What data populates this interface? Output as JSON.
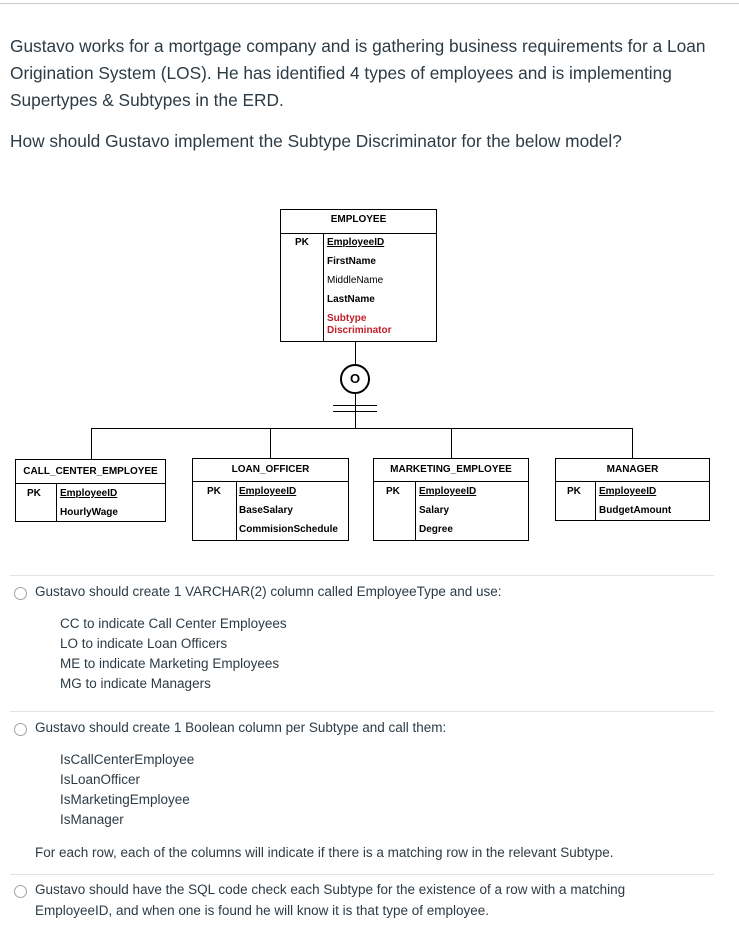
{
  "question": {
    "paragraph1": "Gustavo works for a mortgage company and is gathering business requirements for a Loan Origination System (LOS). He has identified 4 types of employees and is implementing Supertypes & Subtypes in the ERD.",
    "paragraph2": "How should Gustavo implement the Subtype Discriminator for the below model?"
  },
  "erd": {
    "supertype": {
      "name": "EMPLOYEE",
      "pk_label": "PK",
      "pk_attr": "EmployeeID",
      "attrs": [
        "FirstName",
        "MiddleName",
        "LastName"
      ],
      "discriminator_line1": "Subtype",
      "discriminator_line2": "Discriminator"
    },
    "symbol": "O",
    "subtypes": [
      {
        "name": "CALL_CENTER_EMPLOYEE",
        "pk_label": "PK",
        "pk_attr": "EmployeeID",
        "attrs": [
          "HourlyWage"
        ]
      },
      {
        "name": "LOAN_OFFICER",
        "pk_label": "PK",
        "pk_attr": "EmployeeID",
        "attrs": [
          "BaseSalary",
          "CommisionSchedule"
        ]
      },
      {
        "name": "MARKETING_EMPLOYEE",
        "pk_label": "PK",
        "pk_attr": "EmployeeID",
        "attrs": [
          "Salary",
          "Degree"
        ]
      },
      {
        "name": "MANAGER",
        "pk_label": "PK",
        "pk_attr": "EmployeeID",
        "attrs": [
          "BudgetAmount"
        ]
      }
    ]
  },
  "options": [
    {
      "text": "Gustavo should create 1 VARCHAR(2) column called EmployeeType and use:",
      "items": [
        "CC to indicate Call Center Employees",
        "LO to indicate Loan Officers",
        "ME to indicate Marketing Employees",
        "MG to indicate Managers"
      ]
    },
    {
      "text": "Gustavo should create 1 Boolean column per Subtype and call them:",
      "items": [
        "IsCallCenterEmployee",
        "IsLoanOfficer",
        "IsMarketingEmployee",
        "IsManager"
      ],
      "note": "For each row, each of the columns will indicate if there is a matching row in the relevant Subtype."
    },
    {
      "text_line1": "Gustavo should have the SQL code check each Subtype for the existence of a row with a matching",
      "text_line2": "EmployeeID, and when one is found he will know it is that type of employee."
    }
  ],
  "colors": {
    "text": "#2d3b45",
    "discriminator": "#c0202a",
    "border": "#000000"
  }
}
